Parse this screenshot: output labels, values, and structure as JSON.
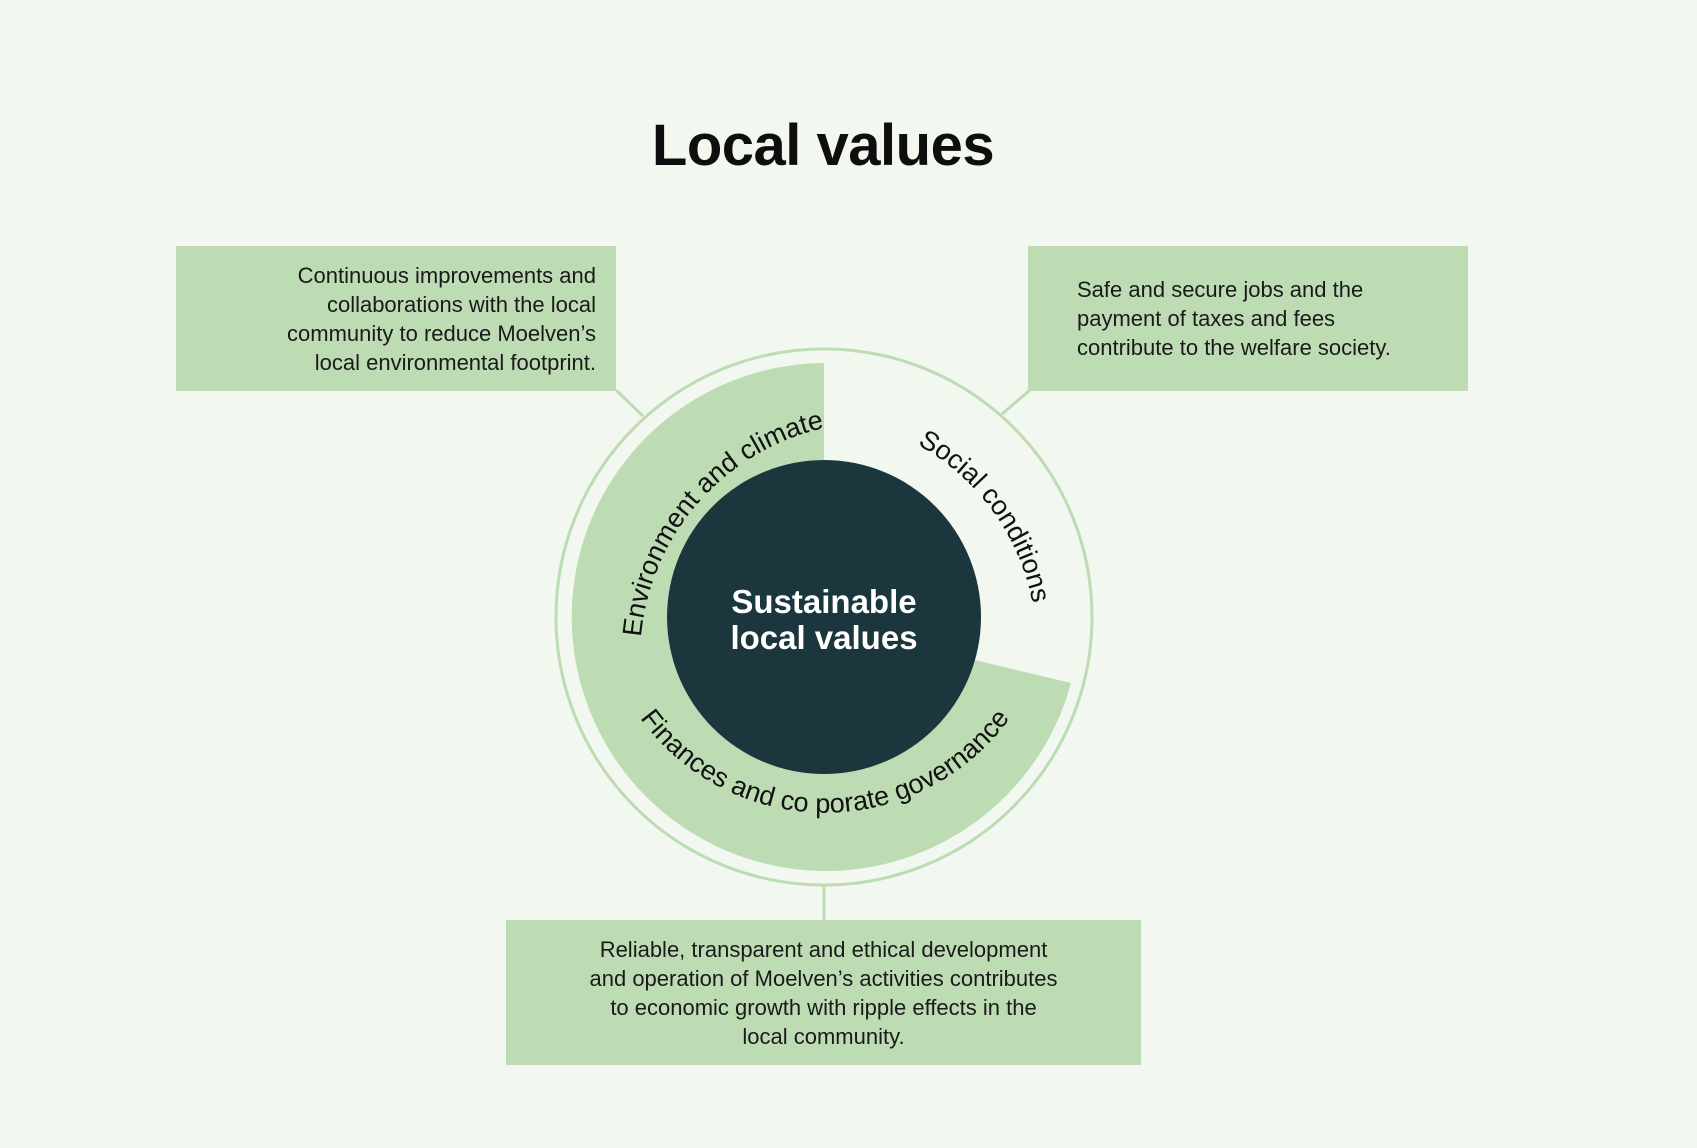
{
  "title": "Local values",
  "center": {
    "line1": "Sustainable",
    "line2": "local values"
  },
  "segments": {
    "environment": "Environment and climate",
    "social": "Social conditions",
    "finance": "Finances and co porate governance"
  },
  "boxes": {
    "environment": [
      "Continuous improvements and",
      "collaborations with the local",
      "community to reduce Moelven’s",
      "local environmental footprint."
    ],
    "social": [
      "Safe and secure jobs and the",
      "payment of taxes and fees",
      "contribute to the welfare society."
    ],
    "finance": [
      "Reliable, transparent and ethical development",
      "and operation of Moelven’s activities contributes",
      "to economic growth with ripple effects in the",
      "local community."
    ]
  },
  "colors": {
    "background": "#f2f7ef",
    "segment_fill": "#bedcb3",
    "outer_ring": "#bedcb3",
    "center_fill": "#1b363d",
    "center_text": "#ffffff"
  }
}
